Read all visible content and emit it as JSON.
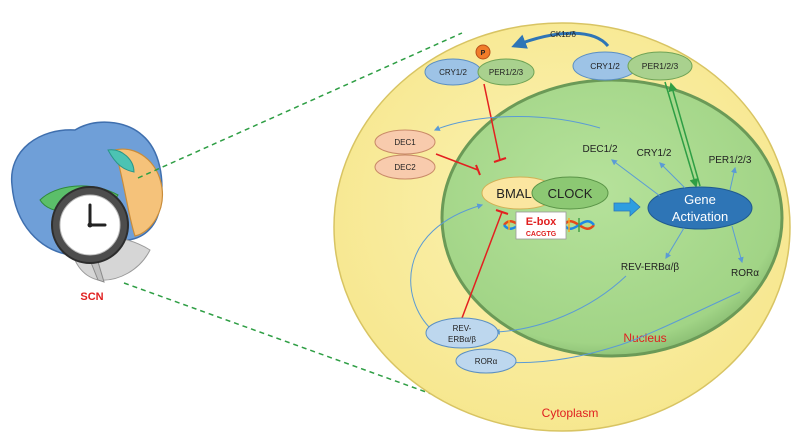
{
  "brain": {
    "label": "SCN"
  },
  "cell": {
    "cytoplasm_label": "Cytoplasm",
    "nucleus_label": "Nucleus"
  },
  "complexes": {
    "phospho": {
      "cry": "CRY1/2",
      "per": "PER1/2/3",
      "p": "P"
    },
    "free": {
      "cry": "CRY1/2",
      "per": "PER1/2/3"
    }
  },
  "kinase_label": "CK1ε/δ",
  "dec": {
    "dec1": "DEC1",
    "dec2": "DEC2"
  },
  "transcription": {
    "bmal": "BMAL",
    "clock": "CLOCK",
    "ebox": "E-box",
    "ebox_seq": "CACGTG"
  },
  "gene_activation": {
    "line1": "Gene",
    "line2": "Activation"
  },
  "targets": {
    "dec": "DEC1/2",
    "cry": "CRY1/2",
    "per": "PER1/2/3",
    "rev": "REV-ERBα/β",
    "ror": "RORα"
  },
  "cytoplasm_proteins": {
    "rev_line1": "REV-",
    "rev_line2": "ERBα/β",
    "ror": "RORα"
  },
  "colors": {
    "cytoplasm": "#fbf0a6",
    "nucleus": "#a8d88c",
    "cry_box": "#9dc3e6",
    "per_box": "#a9d18e",
    "dec_box": "#f8cbad",
    "gene_activation": "#2e75b6",
    "inhibit": "#e32020",
    "activate": "#2e9e44",
    "arrow": "#5b9bd5",
    "label_red": "#e02020"
  }
}
